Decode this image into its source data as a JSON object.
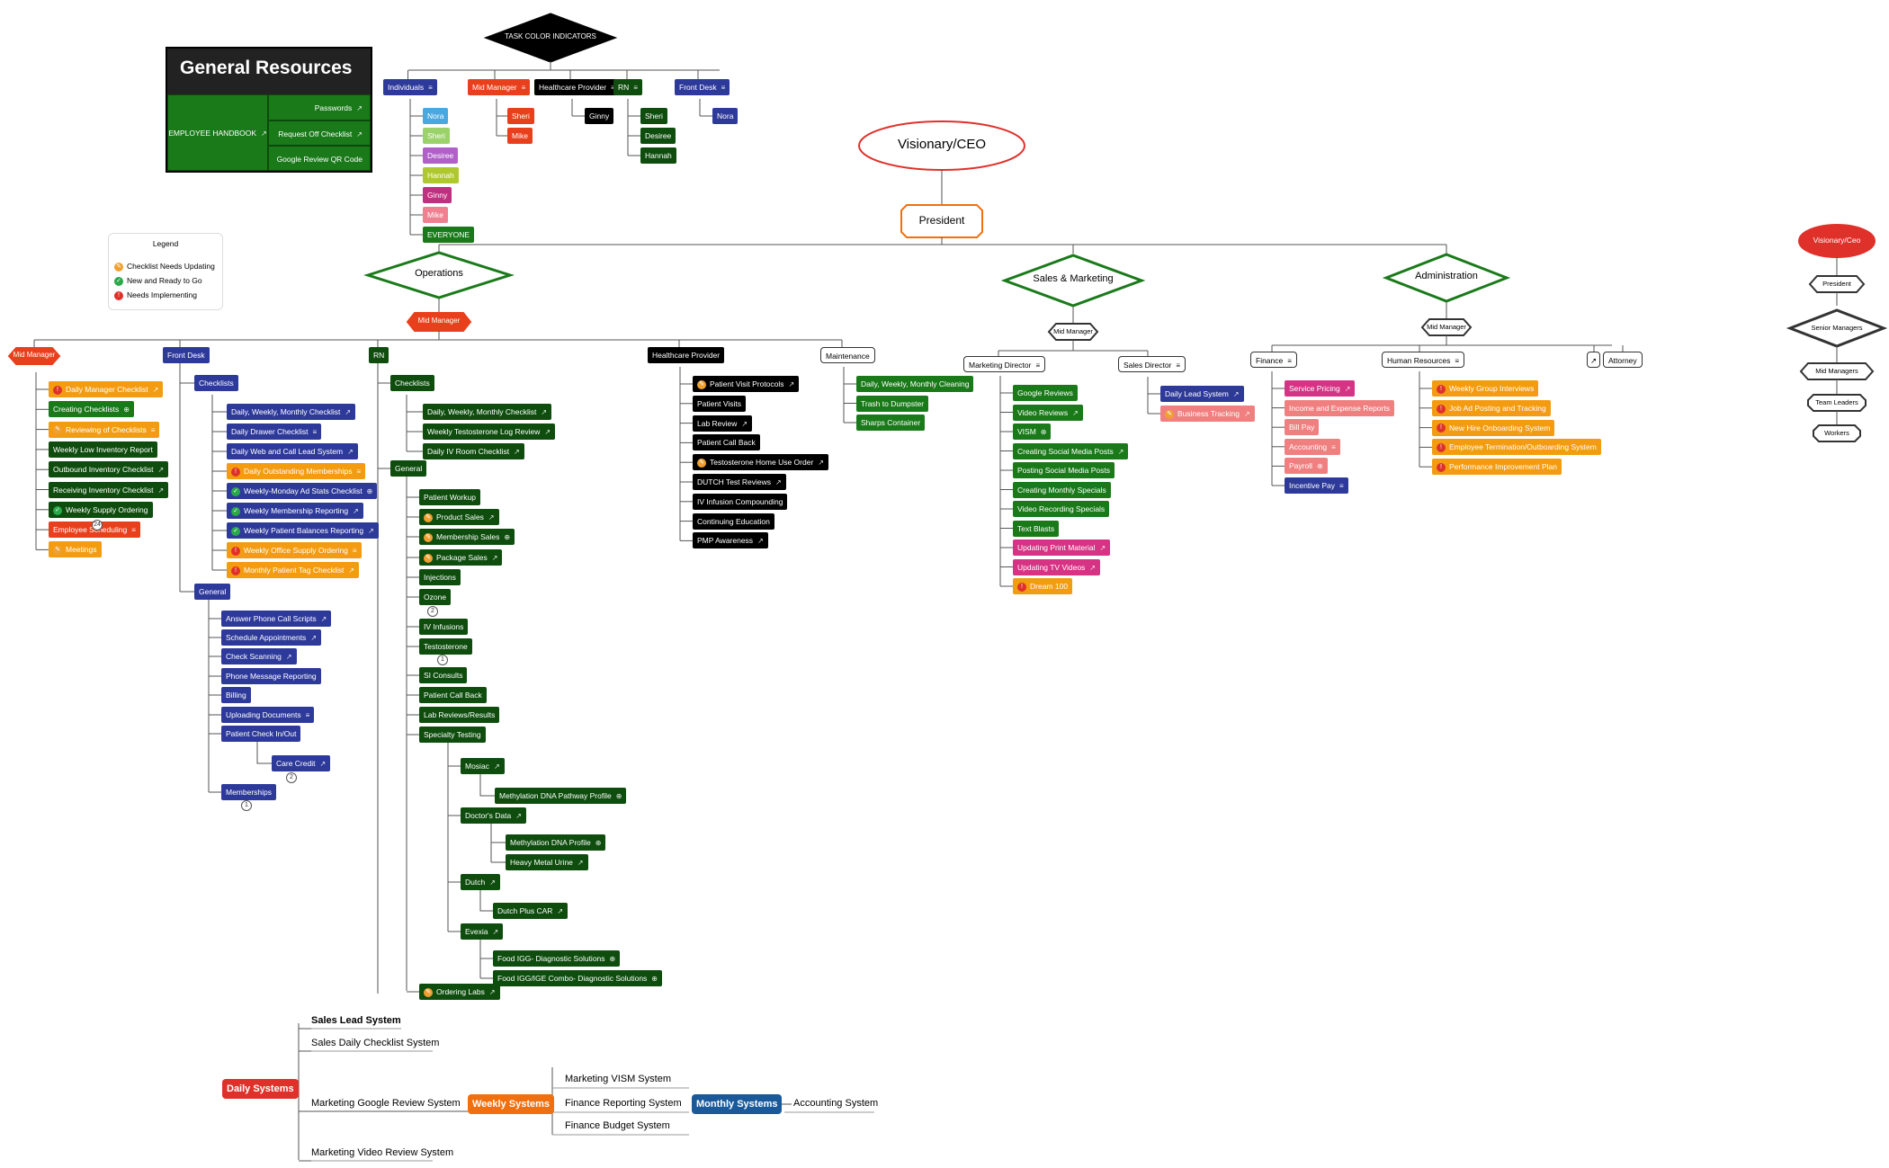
{
  "general_resources": {
    "title": "General Resources",
    "handbook": "EMPLOYEE HANDBOOK",
    "links": [
      "Passwords",
      "Request Off Checklist",
      "Google Review QR Code"
    ]
  },
  "legend": {
    "title": "Legend",
    "items": [
      {
        "icon": "orange",
        "label": "Checklist Needs Updating"
      },
      {
        "icon": "green",
        "label": "New and Ready to Go"
      },
      {
        "icon": "red",
        "label": "Needs Implementing"
      }
    ]
  },
  "task_colors": {
    "title": "TASK COLOR INDICATORS",
    "groups": [
      {
        "label": "Individuals",
        "color": "#2e3a9a"
      },
      {
        "label": "Mid Manager",
        "color": "#e8401c"
      },
      {
        "label": "Healthcare Provider",
        "color": "#000000"
      },
      {
        "label": "RN",
        "color": "#0e4d0e"
      },
      {
        "label": "Front Desk",
        "color": "#2e3a9a"
      }
    ],
    "individuals": [
      "Nora",
      "Sheri",
      "Desiree",
      "Hannah",
      "Ginny",
      "Mike",
      "EVERYONE"
    ],
    "mid_manager": [
      "Sheri",
      "Mike"
    ],
    "healthcare_provider": [
      "Ginny"
    ],
    "rn": [
      "Sheri",
      "Desiree",
      "Hannah"
    ],
    "front_desk": [
      "Nora"
    ]
  },
  "top": {
    "ceo": "Visionary/CEO",
    "president": "President",
    "operations": "Operations",
    "sales": "Sales & Marketing",
    "admin": "Administration",
    "mid_manager": "Mid Manager"
  },
  "ops_columns": {
    "mid_manager": {
      "title": "Mid Manager",
      "items": [
        "Daily Manager Checklist",
        "Creating Checklists",
        "Reviewing of Checklists",
        "Weekly Low Inventory Report",
        "Outbound Inventory Checklist",
        "Receiving Inventory Checklist",
        "Weekly Supply Ordering",
        "Employee Scheduling",
        "Meetings"
      ]
    },
    "front_desk": {
      "title": "Front Desk",
      "checklists": "Checklists",
      "checklist_items": [
        "Daily, Weekly, Monthly Checklist",
        "Daily Drawer Checklist",
        "Daily Web and Call Lead System",
        "Daily Outstanding Memberships",
        "Weekly-Monday Ad Stats Checklist",
        "Weekly Membership Reporting",
        "Weekly Patient Balances Reporting",
        "Weekly Office Supply Ordering",
        "Monthly Patient Tag Checklist"
      ],
      "general": "General",
      "general_items": [
        "Answer Phone Call Scripts",
        "Schedule Appointments",
        "Check Scanning",
        "Phone Message Reporting",
        "Billing",
        "Uploading Documents",
        "Patient Check In/Out",
        "Care Credit",
        "Memberships"
      ]
    },
    "rn": {
      "title": "RN",
      "checklists": "Checklists",
      "checklist_items": [
        "Daily, Weekly, Monthly Checklist",
        "Weekly Testosterone Log Review",
        "Daily IV Room Checklist"
      ],
      "general": "General",
      "general_items": [
        "Patient Workup",
        "Product Sales",
        "Membership Sales",
        "Package Sales",
        "Injections",
        "Ozone",
        "IV Infusions",
        "Testosterone",
        "SI Consults",
        "Patient Call Back",
        "Lab Reviews/Results",
        "Specialty Testing"
      ],
      "specialty": [
        "Mosiac",
        "Methylation DNA Pathway Profile",
        "Doctor's Data",
        "Methylation DNA Profile",
        "Heavy Metal Urine",
        "Dutch",
        "Dutch Plus CAR",
        "Evexia",
        "Food IGG- Diagnostic Solutions",
        "Food IGG/IGE Combo- Diagnostic Solutions"
      ],
      "ordering": "Ordering Labs"
    },
    "healthcare_provider": {
      "title": "Healthcare Provider",
      "items": [
        "Patient Visit Protocols",
        "Patient Visits",
        "Lab Review",
        "Patient Call Back",
        "Testosterone Home Use Order",
        "DUTCH Test Reviews",
        "IV Infusion Compounding",
        "Continuing Education",
        "PMP Awareness"
      ]
    },
    "maintenance": {
      "title": "Maintenance",
      "items": [
        "Daily, Weekly, Monthly Cleaning",
        "Trash to Dumpster",
        "Sharps Container"
      ]
    }
  },
  "sales_columns": {
    "mid_manager": "Mid Manager",
    "marketing_director": "Marketing Director",
    "marketing_items": [
      "Google Reviews",
      "Video Reviews",
      "VISM",
      "Creating Social Media Posts",
      "Posting Social Media Posts",
      "Creating Monthly Specials",
      "Video Recording Specials",
      "Text Blasts",
      "Updating Print Material",
      "Updating TV Videos",
      "Dream 100"
    ],
    "sales_director": "Sales Director",
    "sales_items": [
      "Daily Lead System",
      "Business Tracking"
    ]
  },
  "admin_columns": {
    "mid_manager": "Mid Manager",
    "finance": "Finance",
    "finance_items": [
      "Service Pricing",
      "Income and Expense Reports",
      "Bill Pay",
      "Accounting",
      "Payroll",
      "Incentive Pay"
    ],
    "hr": "Human Resources",
    "hr_items": [
      "Weekly Group Interviews",
      "Job Ad Posting and Tracking",
      "New Hire Onboarding System",
      "Employee Termination/Outboarding System",
      "Performance Improvement Plan"
    ],
    "attorney": "Attorney"
  },
  "mini_chart": [
    "Visionary/Ceo",
    "President",
    "Senior Managers",
    "Mid Managers",
    "Team Leaders",
    "Workers"
  ],
  "systems": {
    "daily": "Daily Systems",
    "weekly": "Weekly Systems",
    "monthly": "Monthly Systems",
    "daily_items": [
      "Sales Lead System",
      "Sales Daily Checklist System",
      "Marketing Google Review System",
      "Marketing Video Review System"
    ],
    "weekly_items": [
      "Marketing VISM System",
      "Finance Reporting System",
      "Finance Budget System"
    ],
    "monthly_items": [
      "Accounting System"
    ]
  },
  "counters": [
    "24",
    "2",
    "1",
    "2",
    "1"
  ],
  "colors": {
    "blue": "#2e3a9a",
    "green": "#1a7a1a",
    "dark_green": "#0e4d0e",
    "orange": "#f39c12",
    "red": "#e8401c",
    "pink": "#d63384",
    "salmon": "#f08080",
    "black": "#000000"
  }
}
